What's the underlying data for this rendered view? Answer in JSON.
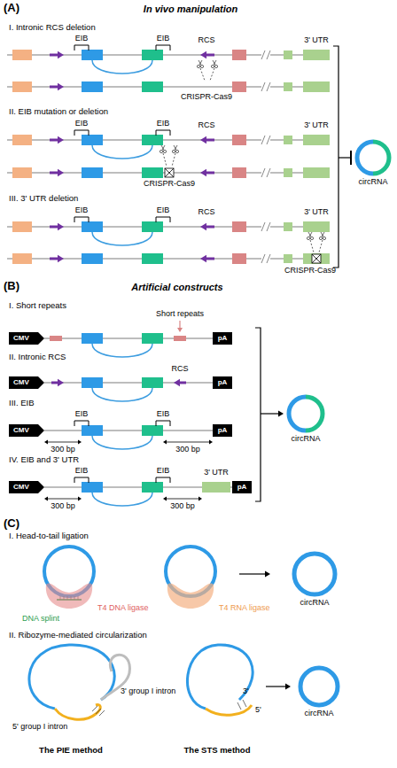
{
  "diagram": {
    "nodes": [
      {
        "text": [
          "circRNA"
        ]
      },
      {
        "text": [
          "CMV"
        ]
      },
      {
        "text": [
          "pA"
        ]
      },
      {
        "text": [
          "CMV"
        ]
      },
      {
        "text": [
          "pA"
        ]
      },
      {
        "text": [
          "CMV"
        ]
      },
      {
        "text": [
          "pA"
        ]
      },
      {
        "text": [
          "CMV"
        ]
      },
      {
        "text": [
          "pA"
        ]
      },
      {
        "text": [
          "circRNA"
        ]
      },
      {
        "text": [
          "T4 DNA ligase"
        ]
      },
      {
        "text": [
          "T4 RNA ligase"
        ]
      },
      {
        "text": [
          "circRNA"
        ]
      },
      {
        "text": [
          "circRNA"
        ]
      }
    ],
    "labels": [
      "(A)",
      "In vivo manipulation",
      "I. Intronic RCS deletion",
      "EIB",
      "EIB",
      "RCS",
      "3' UTR",
      "CRISPR-Cas9",
      "II. EIB mutation or deletion",
      "EIB",
      "EIB",
      "RCS",
      "3' UTR",
      "CRISPR-Cas9",
      "III. 3' UTR deletion",
      "EIB",
      "EIB",
      "RCS",
      "3' UTR",
      "CRISPR-Cas9",
      "(B)",
      "Artificial constructs",
      "I. Short repeats",
      "Short repeats",
      "II. Intronic RCS",
      "RCS",
      "III. EIB",
      "EIB",
      "EIB",
      "300 bp",
      "300 bp",
      "IV. EIB and 3' UTR",
      "EIB",
      "EIB",
      "3' UTR",
      "300 bp",
      "300 bp",
      "(C)",
      "I. Head-to-tail ligation",
      "DNA splint",
      "II. Ribozyme-mediated circularization",
      "3' group I intron",
      "5' group I intron",
      "3'",
      "5'",
      "The PIE method",
      "The STS method"
    ]
  }
}
